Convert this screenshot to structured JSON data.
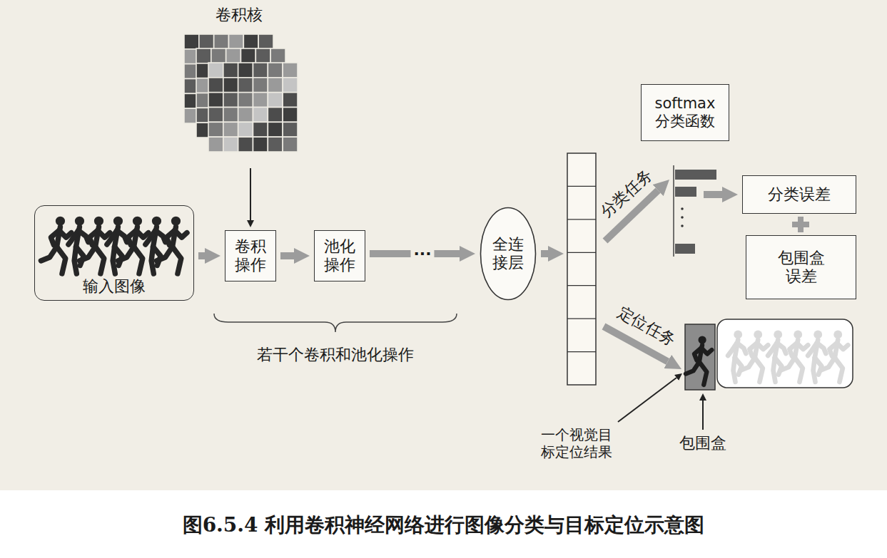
{
  "diagram": {
    "caption": "图6.5.4 利用卷积神经网络进行图像分类与目标定位示意图",
    "nodes": [
      {
        "text": [
          "卷积核"
        ]
      },
      {
        "text": [
          "输入图像"
        ]
      },
      {
        "text": [
          "卷积操作"
        ]
      },
      {
        "text": [
          "池化操作"
        ]
      },
      {
        "text": [
          "全连接层"
        ]
      },
      {
        "text": [
          "softmax 分类函数"
        ]
      },
      {
        "text": [
          "分类误差"
        ]
      },
      {
        "text": [
          "包围盒误差"
        ]
      }
    ],
    "edges": [
      {
        "from": 0,
        "to": 2,
        "arrow": "to"
      },
      {
        "from": 1,
        "to": 2,
        "arrow": "to"
      },
      {
        "from": 2,
        "to": 3,
        "arrow": "to"
      },
      {
        "from": 3,
        "to": 4,
        "label": "···",
        "arrow": "to"
      }
    ],
    "labels": [
      "若干个卷积和池化操作",
      "分类任务",
      "定位任务",
      "一个视觉目标定位结果",
      "包围盒"
    ]
  }
}
